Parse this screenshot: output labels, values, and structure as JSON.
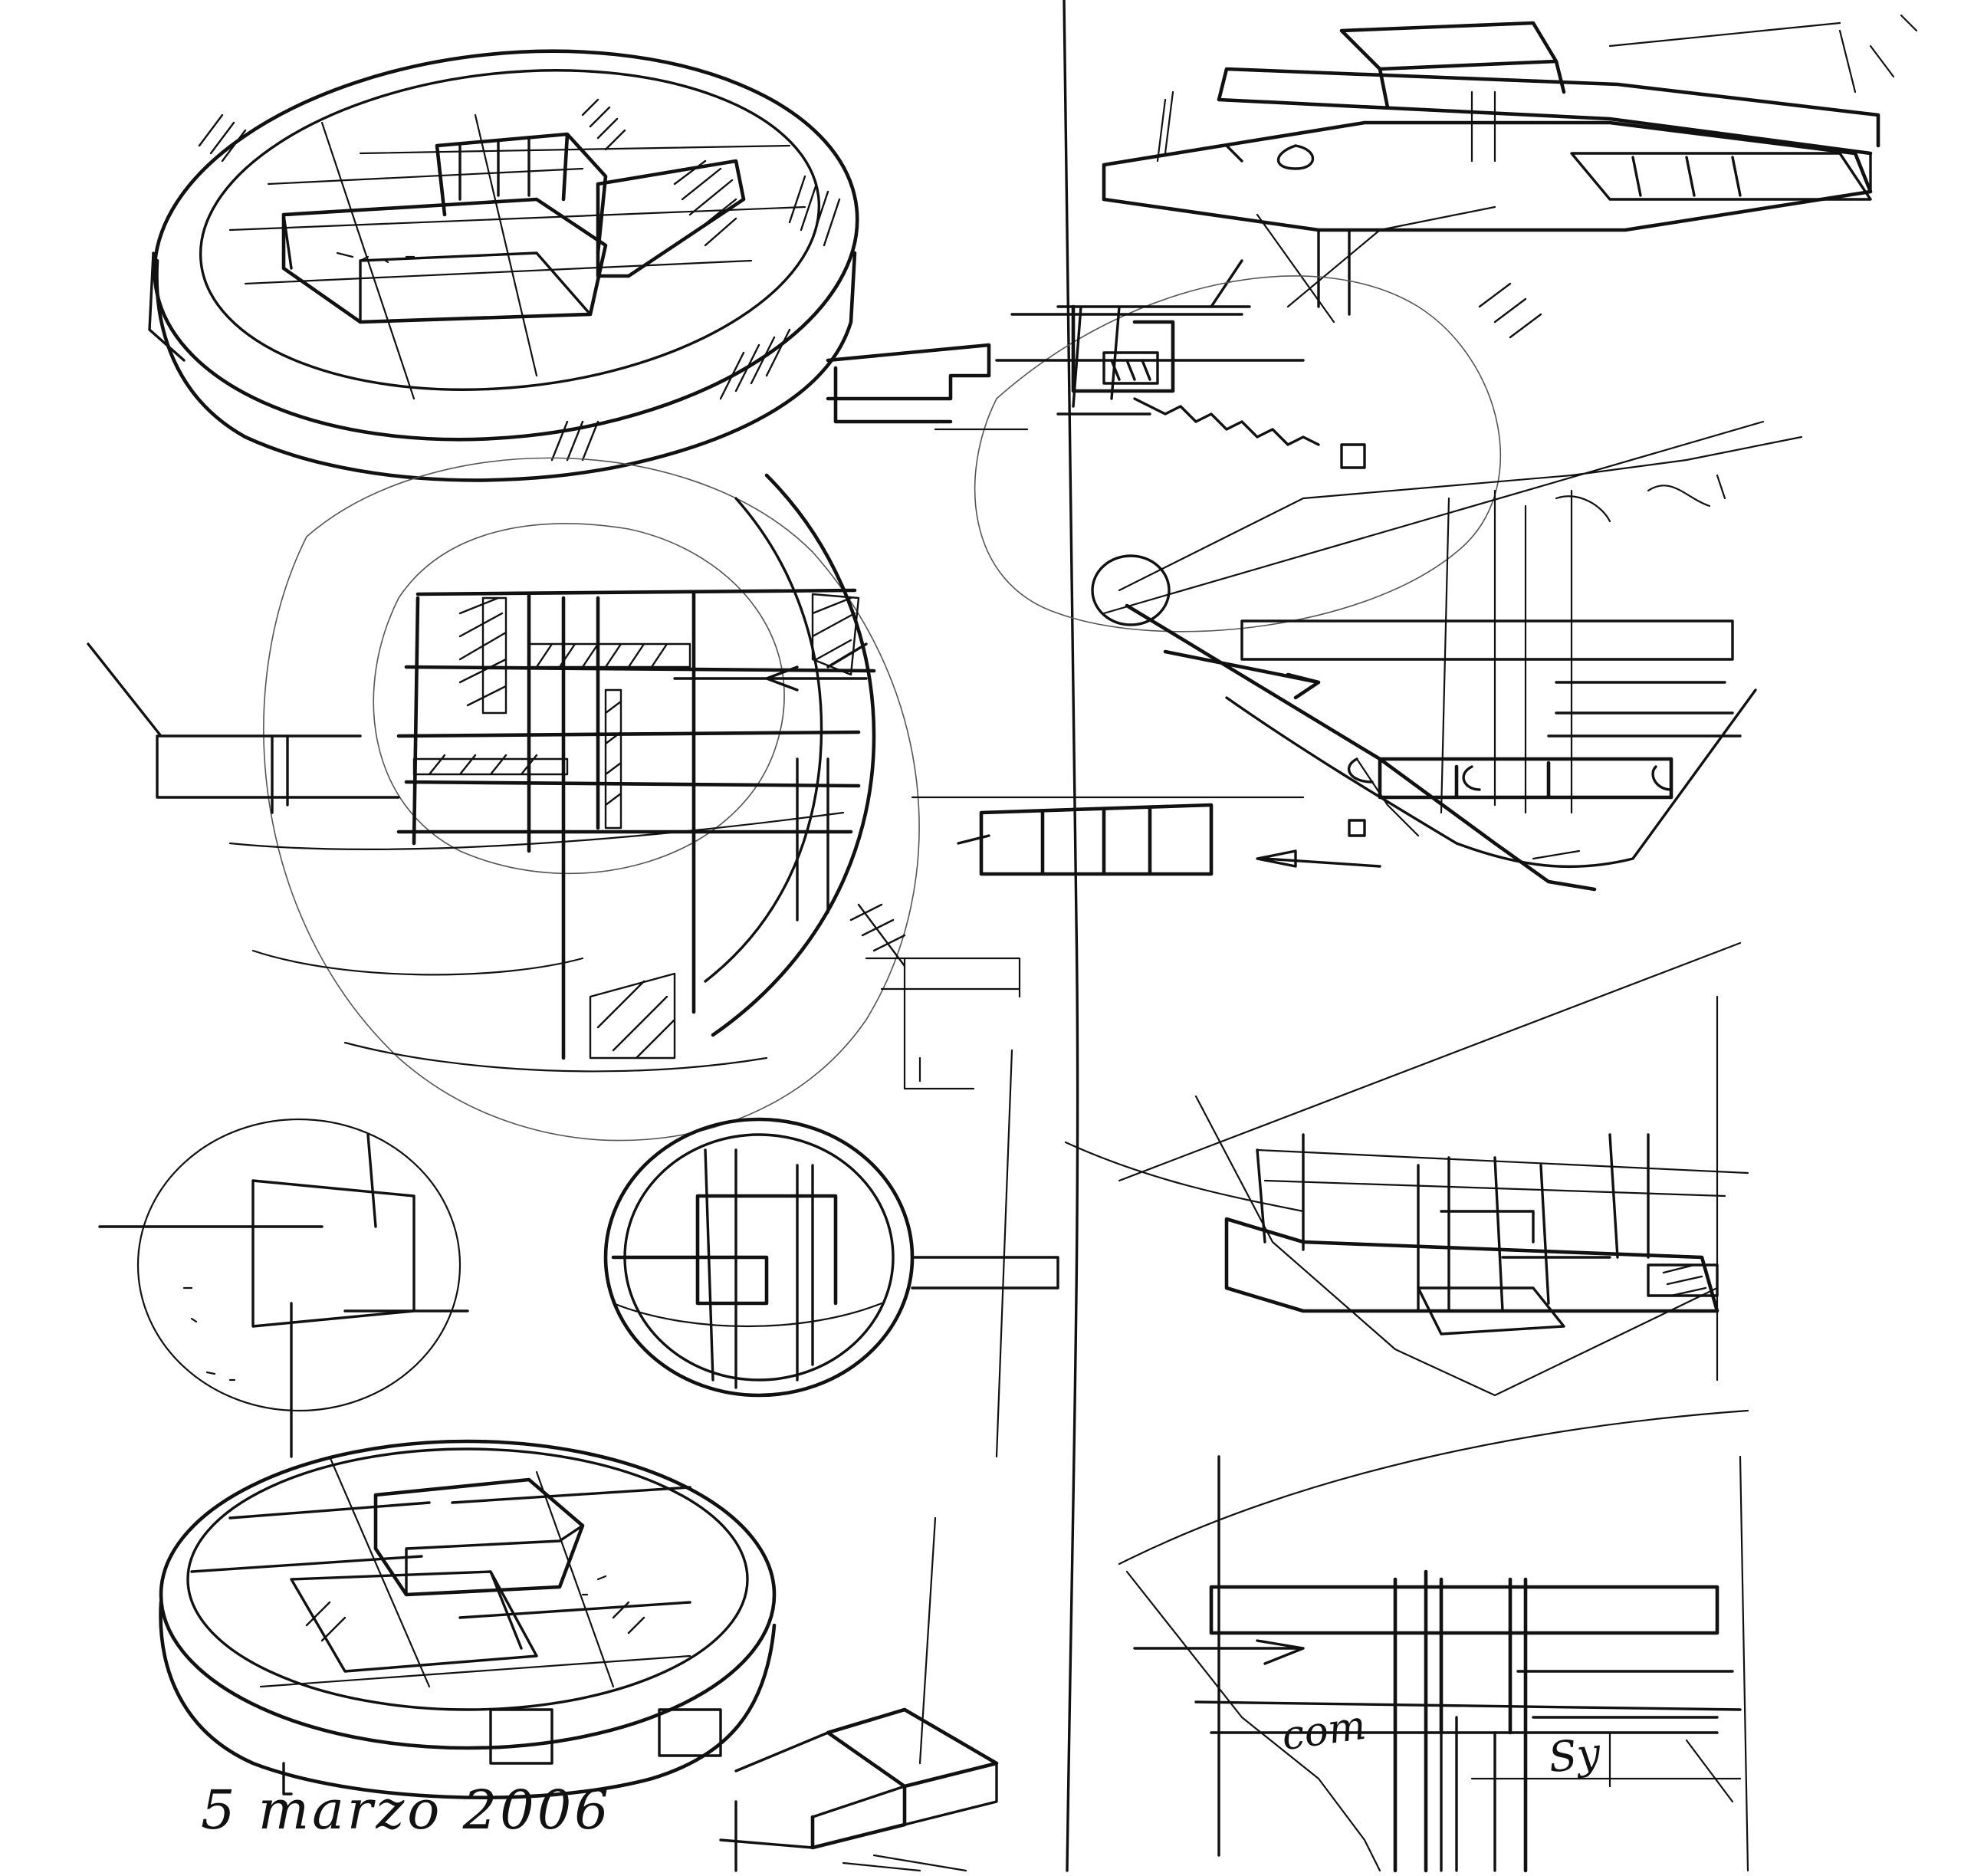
{
  "sketch": {
    "date_note": "5 marzo 2006",
    "section_label_left": "com",
    "section_label_right": "Sy",
    "ink_color": "#111111",
    "paper_color": "#ffffff"
  }
}
